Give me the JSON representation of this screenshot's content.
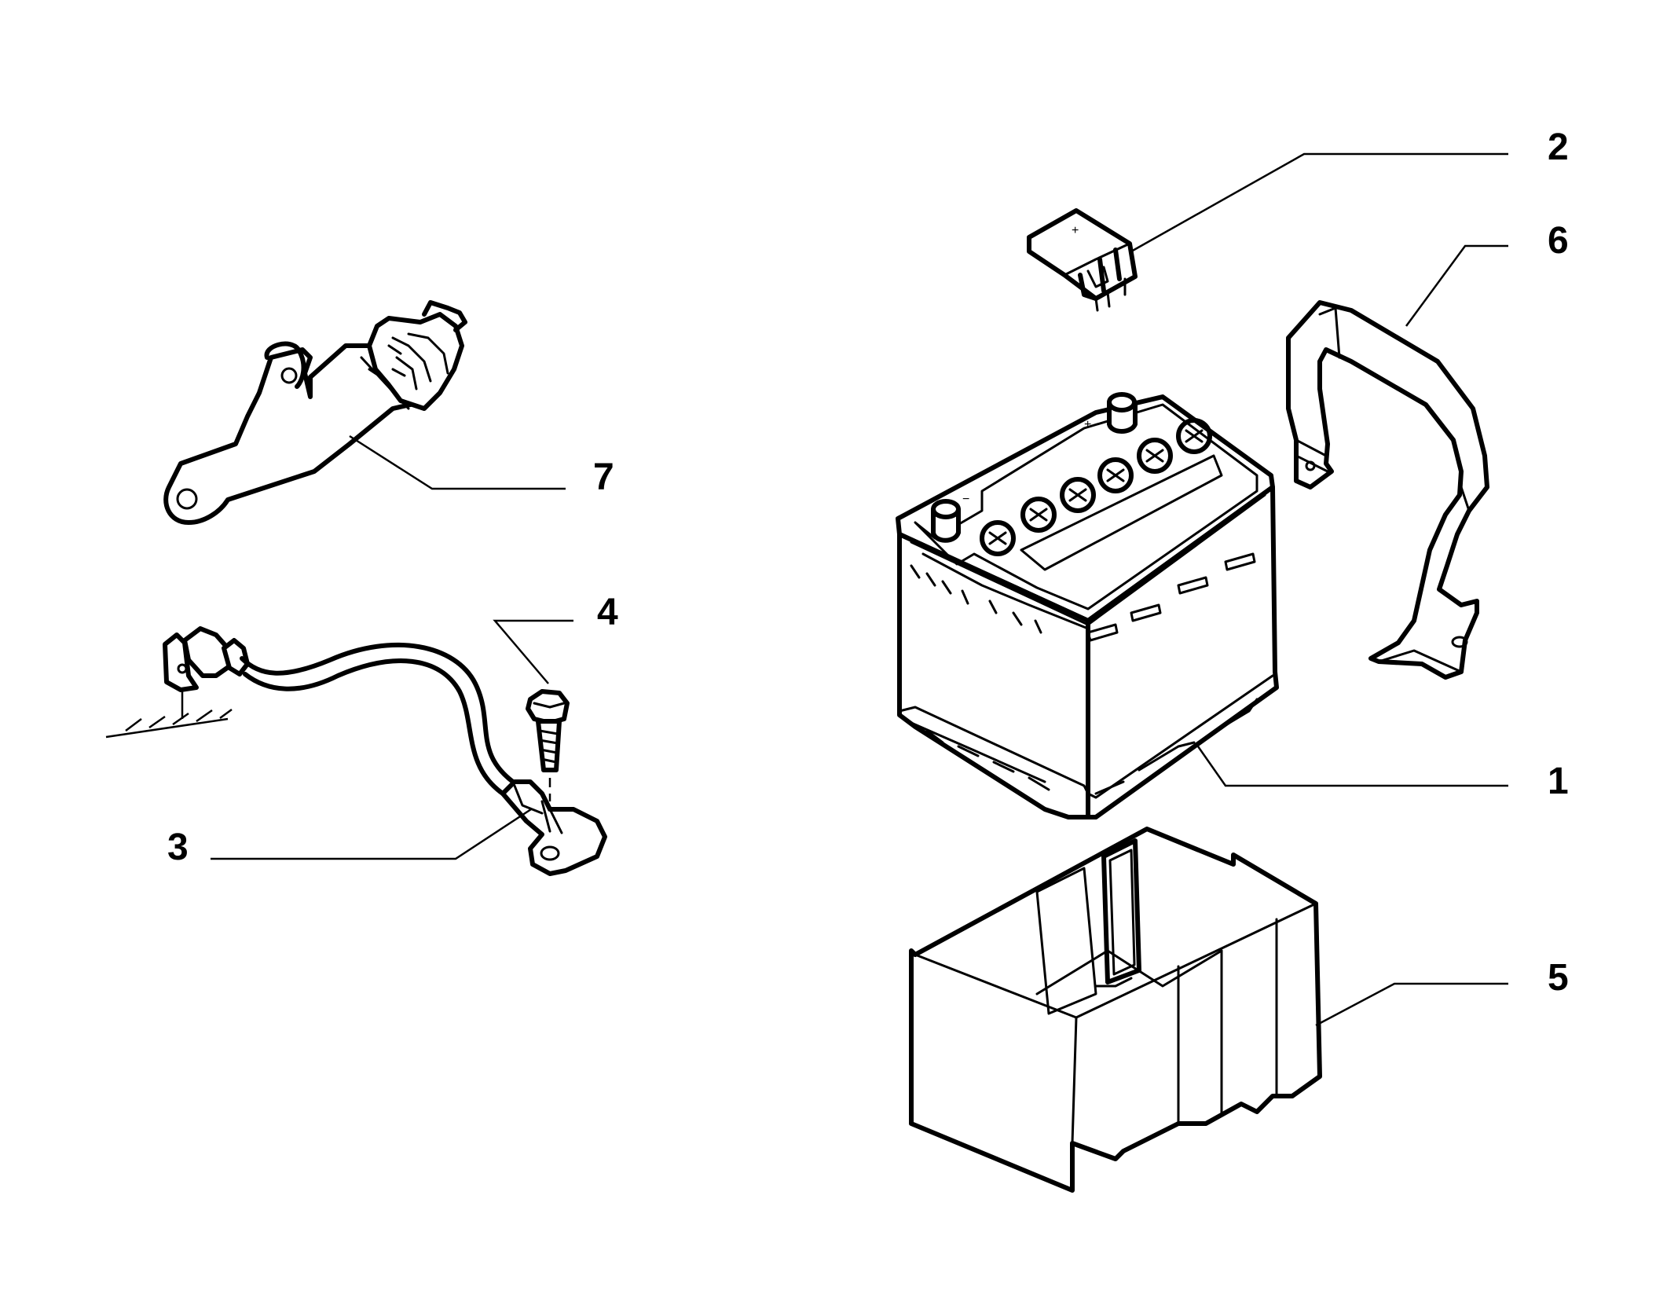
{
  "diagram": {
    "callouts": [
      {
        "id": "1",
        "label": "1"
      },
      {
        "id": "2",
        "label": "2"
      },
      {
        "id": "3",
        "label": "3"
      },
      {
        "id": "4",
        "label": "4"
      },
      {
        "id": "5",
        "label": "5"
      },
      {
        "id": "6",
        "label": "6"
      },
      {
        "id": "7",
        "label": "7"
      }
    ],
    "symbols": {
      "plus": "+",
      "minus": "−"
    }
  }
}
